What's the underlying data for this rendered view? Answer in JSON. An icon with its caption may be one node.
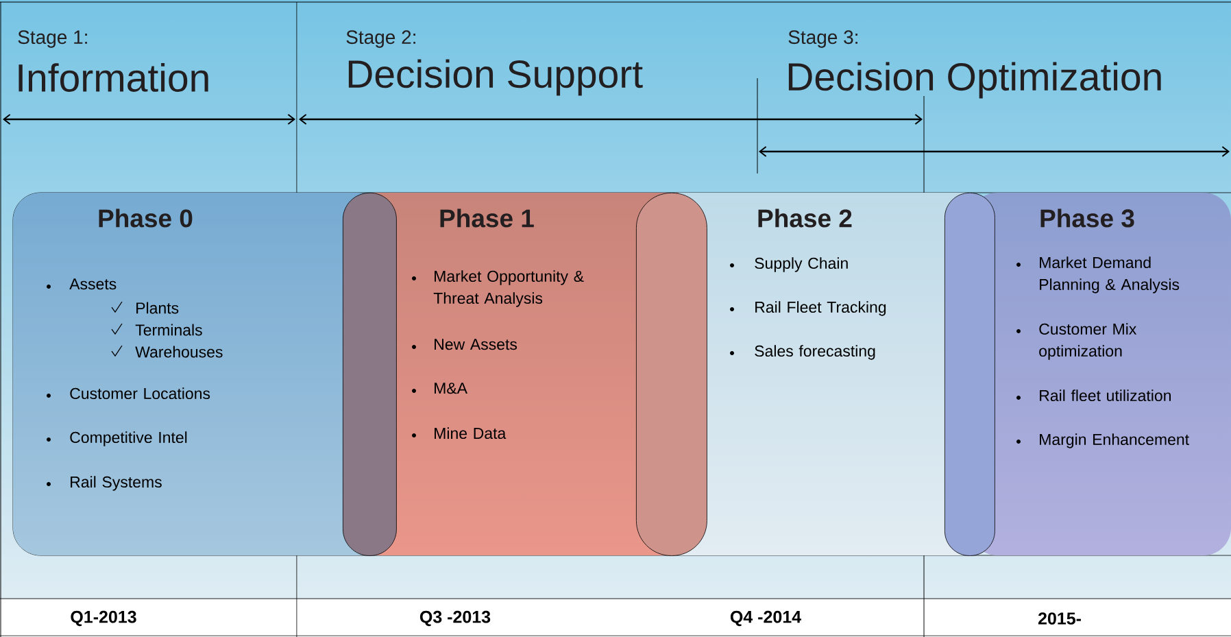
{
  "diagram": {
    "nodes": [
      {
        "text": [
          "Phase 0",
          "Assets",
          "Plants",
          "Terminals",
          "Warehouses",
          "Customer Locations",
          "Competitive Intel",
          "Rail Systems"
        ]
      },
      {
        "text": [
          "Phase 1",
          "Market Opportunity & Threat Analysis",
          "New Assets",
          "M&A",
          "Mine Data"
        ]
      },
      {
        "text": [
          "Phase 2",
          "Supply Chain",
          "Rail Fleet Tracking",
          "Sales forecasting"
        ]
      },
      {
        "text": [
          "Phase 3",
          "Market Demand Planning & Analysis",
          "Customer Mix optimization",
          "Rail fleet utilization",
          "Margin Enhancement"
        ]
      },
      {
        "text": [],
        "shape": "capsule"
      },
      {
        "text": [],
        "shape": "capsule"
      },
      {
        "text": [],
        "shape": "capsule"
      }
    ],
    "labels": [
      "Stage 1:",
      "Information",
      "Stage 2:",
      "Decision Support",
      "Stage 3:",
      "Decision Optimization",
      "Q1-2013",
      "Q3 -2013",
      "Q4 -2014",
      "2015-"
    ]
  }
}
